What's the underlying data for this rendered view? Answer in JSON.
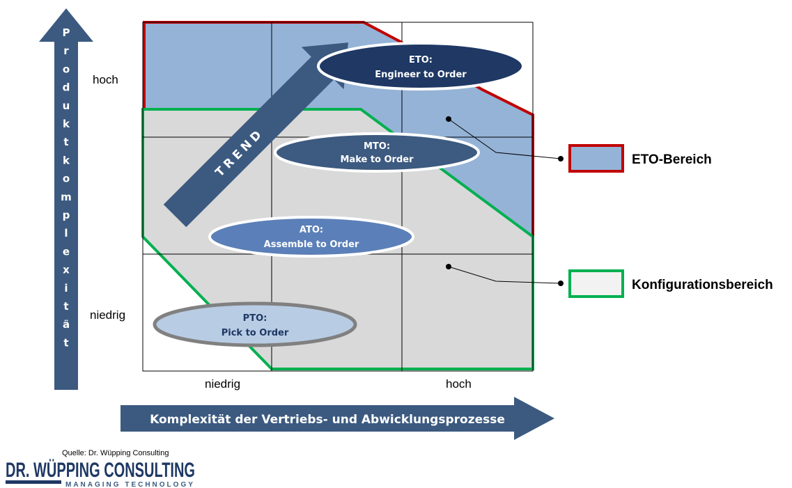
{
  "axes": {
    "y_title_letters": [
      "P",
      "r",
      "o",
      "d",
      "u",
      "k",
      "t",
      "k",
      "o",
      "m",
      "p",
      "l",
      "e",
      "x",
      "i",
      "t",
      "ä",
      "t"
    ],
    "y_high": "hoch",
    "y_low": "niedrig",
    "x_low": "niedrig",
    "x_high": "hoch",
    "x_title": "Komplexität der Vertriebs- und Abwicklungsprozesse"
  },
  "trend_label": "TREND",
  "ellipses": {
    "eto": {
      "line1": "ETO:",
      "line2": "Engineer to Order"
    },
    "mto": {
      "line1": "MTO:",
      "line2": "Make to Order"
    },
    "ato": {
      "line1": "ATO:",
      "line2": "Assemble to Order"
    },
    "pto": {
      "line1": "PTO:",
      "line2": "Pick to Order"
    }
  },
  "legend": {
    "eto_area": "ETO-Bereich",
    "config_area": "Konfigurationsbereich"
  },
  "source": "Quelle: Dr. Wüpping Consulting",
  "logo": {
    "name": "DR. WÜPPING CONSULTING",
    "tagline": "MANAGING TECHNOLOGY"
  },
  "colors": {
    "eto_fill": "#95b3d7",
    "eto_border": "#c00000",
    "config_fill": "#d9d9d9",
    "config_border": "#00b050",
    "arrow_fill": "#3c5a80",
    "eto_ellipse": "#1f3864",
    "mto_ellipse": "#3d5a80",
    "ato_ellipse": "#5b7fb8",
    "pto_ellipse": "#b8cce4"
  }
}
